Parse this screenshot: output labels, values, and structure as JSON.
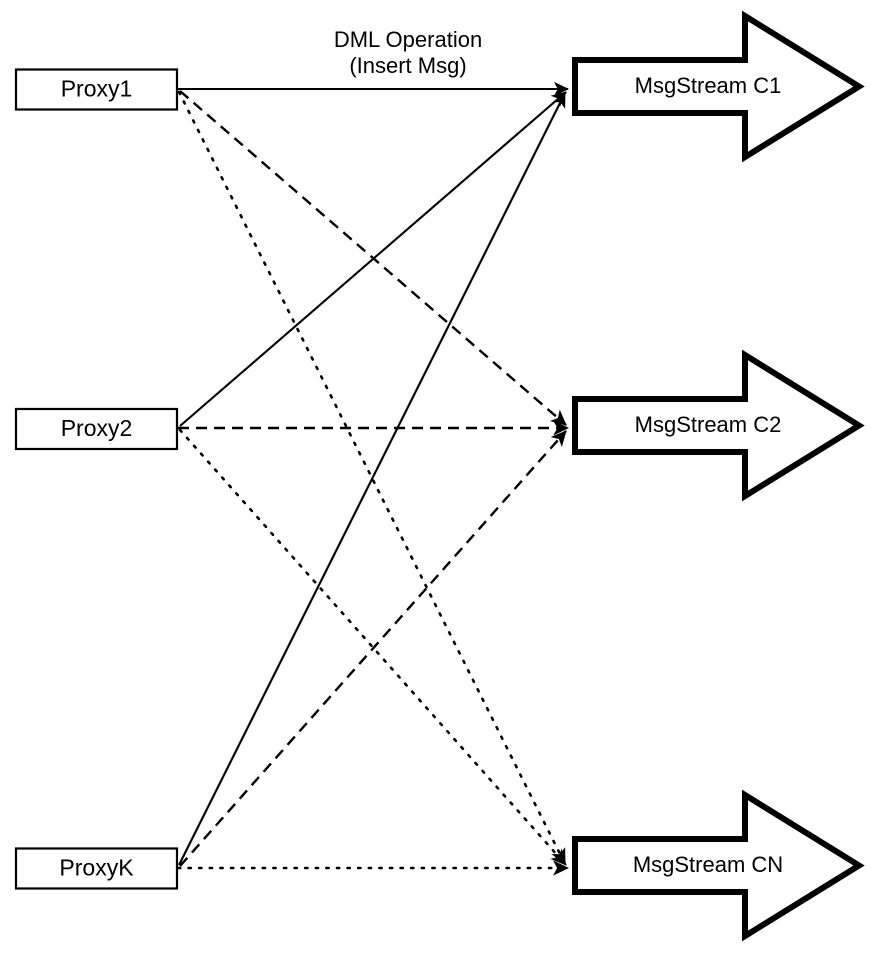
{
  "diagram": {
    "title": "Proxy to MsgStream fan-out diagram",
    "background_color": "#ffffff",
    "stroke_color": "#000000",
    "annotation": {
      "line1": "DML Operation",
      "line2": "(Insert Msg)"
    },
    "proxies": [
      {
        "id": "proxy1",
        "label": "Proxy1"
      },
      {
        "id": "proxy2",
        "label": "Proxy2"
      },
      {
        "id": "proxyk",
        "label": "ProxyK"
      }
    ],
    "streams": [
      {
        "id": "stream-c1",
        "label": "MsgStream C1"
      },
      {
        "id": "stream-c2",
        "label": "MsgStream C2"
      },
      {
        "id": "stream-cn",
        "label": "MsgStream CN"
      }
    ],
    "connections": [
      {
        "from": "Proxy1",
        "to": "MsgStream C1",
        "style": "solid"
      },
      {
        "from": "Proxy1",
        "to": "MsgStream C2",
        "style": "dashed"
      },
      {
        "from": "Proxy1",
        "to": "MsgStream CN",
        "style": "dotted"
      },
      {
        "from": "Proxy2",
        "to": "MsgStream C1",
        "style": "solid"
      },
      {
        "from": "Proxy2",
        "to": "MsgStream C2",
        "style": "dashed"
      },
      {
        "from": "Proxy2",
        "to": "MsgStream CN",
        "style": "dotted"
      },
      {
        "from": "ProxyK",
        "to": "MsgStream C1",
        "style": "solid"
      },
      {
        "from": "ProxyK",
        "to": "MsgStream C2",
        "style": "dashed"
      },
      {
        "from": "ProxyK",
        "to": "MsgStream CN",
        "style": "dotted"
      }
    ]
  }
}
